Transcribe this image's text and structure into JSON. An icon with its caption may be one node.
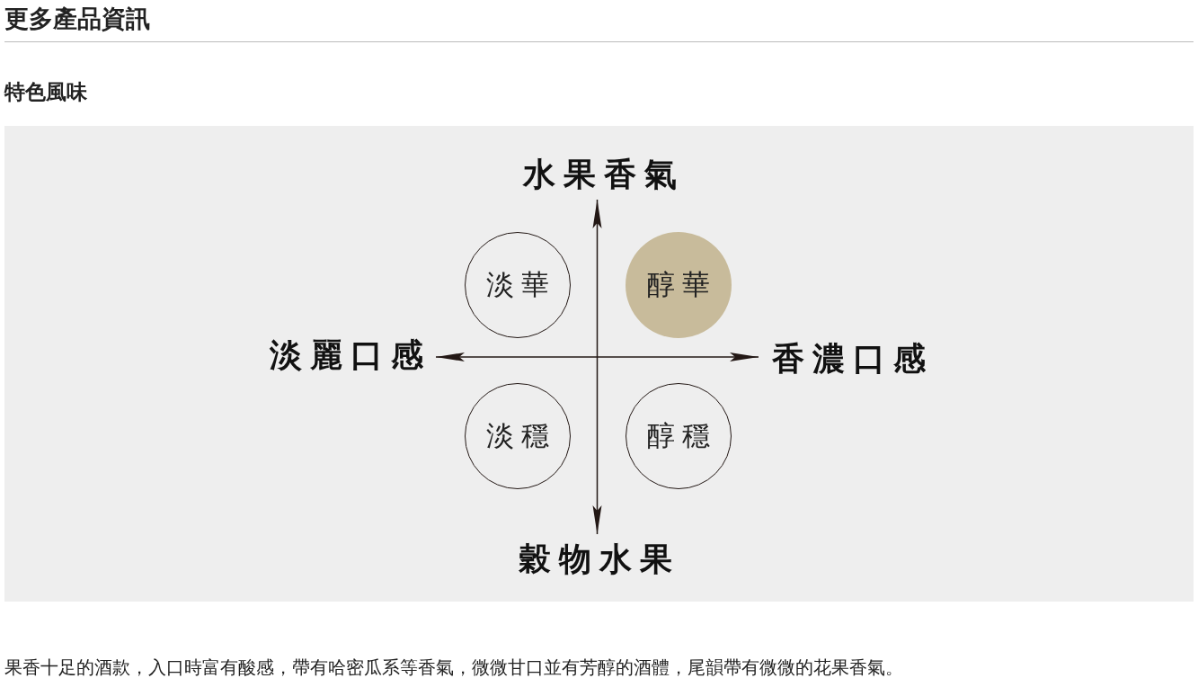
{
  "diagram": {
    "title": "更多產品資訊",
    "nodes": [
      {
        "text": [
          "水果香氣"
        ]
      },
      {
        "text": [
          "淡華"
        ]
      },
      {
        "text": [
          "醇華"
        ]
      },
      {
        "text": [
          "淡麗口感"
        ]
      },
      {
        "text": [
          "香濃口感"
        ]
      },
      {
        "text": [
          "淡穩"
        ]
      },
      {
        "text": [
          "醇穩"
        ]
      },
      {
        "text": [
          "穀物水果"
        ]
      }
    ],
    "edges": [
      {
        "from": 7,
        "to": 0,
        "arrow": "both"
      },
      {
        "from": 3,
        "to": 4,
        "arrow": "both"
      }
    ],
    "labels": [
      "特色風味"
    ],
    "caption": "果香十足的酒款，入口時富有酸感，帶有哈密瓜系等香氣，微微甘口並有芳醇的酒體，尾韻帶有微微的花果香氣。"
  }
}
